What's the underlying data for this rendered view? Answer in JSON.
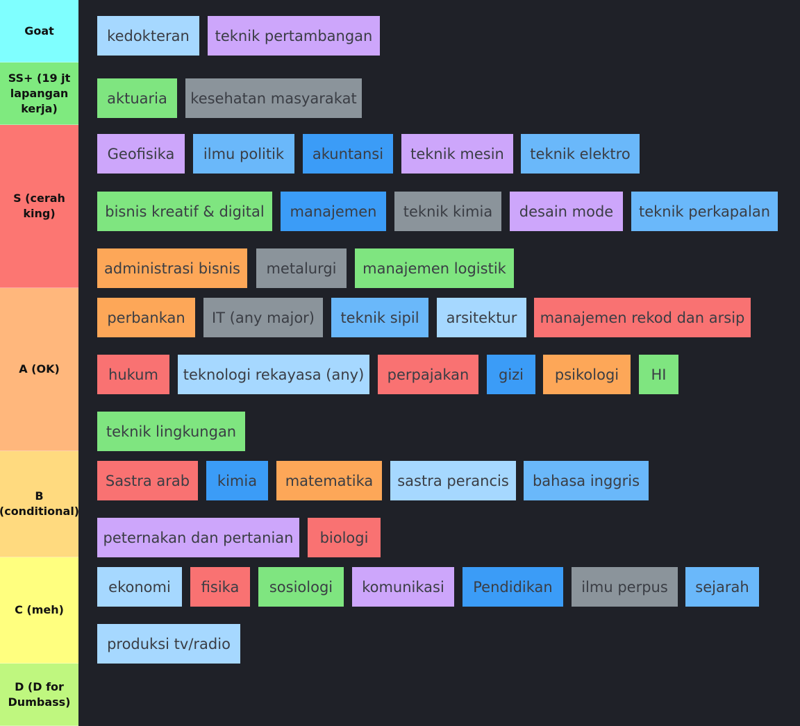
{
  "colors": {
    "light-blue": "#a6d8ff",
    "purple": "#cda6fb",
    "green": "#7fe580",
    "gray": "#8b949b",
    "sky": "#6ab8fa",
    "blue": "#3b9cf7",
    "orange": "#fda758",
    "red": "#f97272"
  },
  "tiers": [
    {
      "label": "Goat",
      "color": "#7fffff",
      "items": [
        {
          "text": "kedokteran",
          "color": "light-blue"
        },
        {
          "text": "teknik pertambangan",
          "color": "purple"
        }
      ]
    },
    {
      "label": "SS+ (19 jt lapangan kerja)",
      "color": "#7fea7f",
      "items": [
        {
          "text": "aktuaria",
          "color": "green"
        },
        {
          "text": "kesehatan masyarakat",
          "color": "gray"
        }
      ]
    },
    {
      "label": "S (cerah king)",
      "color": "#fc7672",
      "items": [
        {
          "text": "Geofisika",
          "color": "purple"
        },
        {
          "text": "ilmu politik",
          "color": "sky"
        },
        {
          "text": "akuntansi",
          "color": "blue"
        },
        {
          "text": "teknik mesin",
          "color": "purple"
        },
        {
          "text": "teknik elektro",
          "color": "sky"
        },
        {
          "text": "bisnis kreatif & digital",
          "color": "green"
        },
        {
          "text": "manajemen",
          "color": "blue"
        },
        {
          "text": "teknik kimia",
          "color": "gray"
        },
        {
          "text": "desain mode",
          "color": "purple"
        },
        {
          "text": "teknik perkapalan",
          "color": "sky"
        },
        {
          "text": "administrasi bisnis",
          "color": "orange"
        },
        {
          "text": "metalurgi",
          "color": "gray"
        },
        {
          "text": "manajemen logistik",
          "color": "green"
        }
      ]
    },
    {
      "label": "A (OK)",
      "color": "#ffb77c",
      "items": [
        {
          "text": "perbankan",
          "color": "orange"
        },
        {
          "text": "IT (any major)",
          "color": "gray"
        },
        {
          "text": "teknik sipil",
          "color": "sky"
        },
        {
          "text": "arsitektur",
          "color": "light-blue"
        },
        {
          "text": "manajemen rekod dan arsip",
          "color": "red"
        },
        {
          "text": "hukum",
          "color": "red"
        },
        {
          "text": "teknologi rekayasa (any)",
          "color": "light-blue"
        },
        {
          "text": "perpajakan",
          "color": "red"
        },
        {
          "text": "gizi",
          "color": "blue"
        },
        {
          "text": "psikologi",
          "color": "orange"
        },
        {
          "text": "HI",
          "color": "green"
        },
        {
          "text": "teknik lingkungan",
          "color": "green"
        }
      ]
    },
    {
      "label": "B (conditional)",
      "color": "#ffda7f",
      "items": [
        {
          "text": "Sastra arab",
          "color": "red"
        },
        {
          "text": "kimia",
          "color": "blue"
        },
        {
          "text": "matematika",
          "color": "orange"
        },
        {
          "text": "sastra perancis",
          "color": "light-blue"
        },
        {
          "text": "bahasa inggris",
          "color": "sky"
        },
        {
          "text": "peternakan dan pertanian",
          "color": "purple"
        },
        {
          "text": "biologi",
          "color": "red"
        }
      ]
    },
    {
      "label": "C (meh)",
      "color": "#ffff7f",
      "items": [
        {
          "text": "ekonomi",
          "color": "light-blue"
        },
        {
          "text": "fisika",
          "color": "red"
        },
        {
          "text": "sosiologi",
          "color": "green"
        },
        {
          "text": "komunikasi",
          "color": "purple"
        },
        {
          "text": "Pendidikan",
          "color": "blue"
        },
        {
          "text": "ilmu perpus",
          "color": "gray"
        },
        {
          "text": "sejarah",
          "color": "sky"
        },
        {
          "text": "produksi tv/radio",
          "color": "light-blue"
        }
      ]
    },
    {
      "label": "D (D for Dumbass)",
      "color": "#bff77f",
      "items": []
    }
  ]
}
